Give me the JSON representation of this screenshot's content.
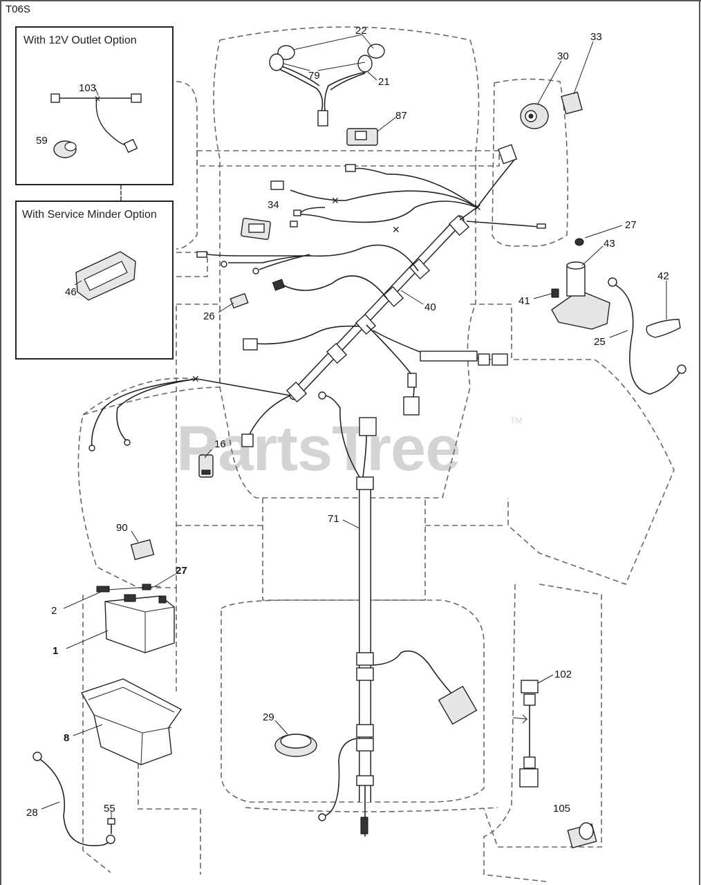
{
  "diagram_code": "T06S",
  "watermark": {
    "text": "PartsTree",
    "trademark": "TM"
  },
  "insets": {
    "outlet": {
      "title": "With 12V Outlet Option",
      "parts": [
        "103",
        "59"
      ]
    },
    "service_minder": {
      "title": "With Service Minder Option",
      "parts": [
        "46"
      ]
    }
  },
  "callouts": {
    "p22": "22",
    "p79": "79",
    "p21": "21",
    "p87": "87",
    "p30": "30",
    "p33": "33",
    "p34": "34",
    "p27a": "27",
    "p43": "43",
    "p42": "42",
    "p41": "41",
    "p25": "25",
    "p26": "26",
    "p40": "40",
    "p16": "16",
    "p71": "71",
    "p90": "90",
    "p27b": "27",
    "p2": "2",
    "p1": "1",
    "p8": "8",
    "p29": "29",
    "p102": "102",
    "p28": "28",
    "p55": "55",
    "p105": "105",
    "p103": "103",
    "p59": "59",
    "p46": "46"
  }
}
